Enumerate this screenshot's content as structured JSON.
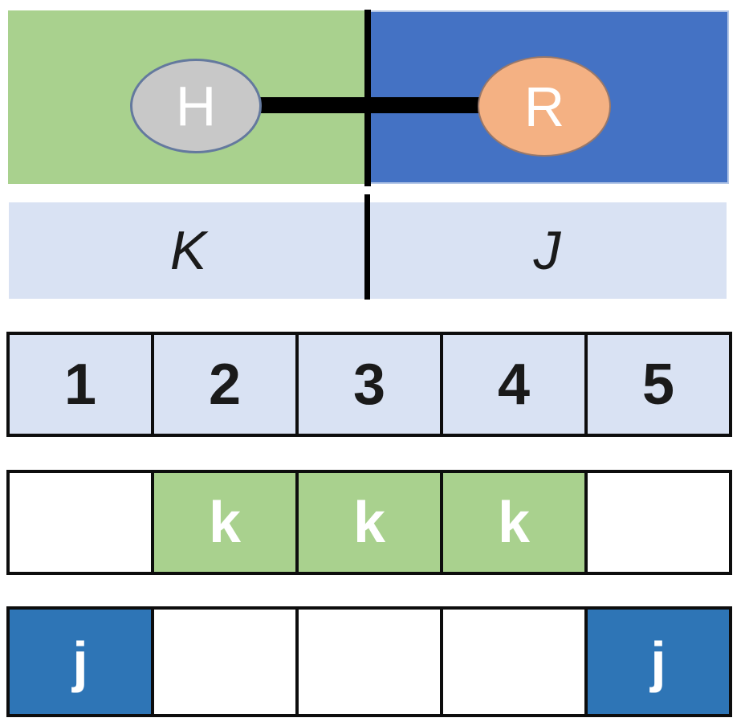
{
  "colors": {
    "green": "#a9d18e",
    "blue": "#4472c4",
    "lavender": "#d9e2f3",
    "orange": "#f4b183",
    "gray": "#c8c8c8",
    "grayBorder": "#64799e",
    "jblue": "#2e75b6",
    "line": "#000000",
    "border": "#0d0d0d"
  },
  "top_panel": {
    "node_h": {
      "label": "H",
      "fill": "#c8c8c8"
    },
    "node_r": {
      "label": "R",
      "fill": "#f4b183"
    },
    "left_region_color": "#a9d18e",
    "right_region_color": "#4472c4"
  },
  "label_bar": {
    "left_label": "K",
    "right_label": "J",
    "background": "#d9e2f3"
  },
  "index_row": {
    "cells": [
      "1",
      "2",
      "3",
      "4",
      "5"
    ]
  },
  "k_row": {
    "cells": [
      "",
      "k",
      "k",
      "k",
      ""
    ],
    "highlight_color": "#a9d18e"
  },
  "j_row": {
    "cells": [
      "j",
      "",
      "",
      "",
      "j"
    ],
    "highlight_color": "#2e75b6"
  }
}
